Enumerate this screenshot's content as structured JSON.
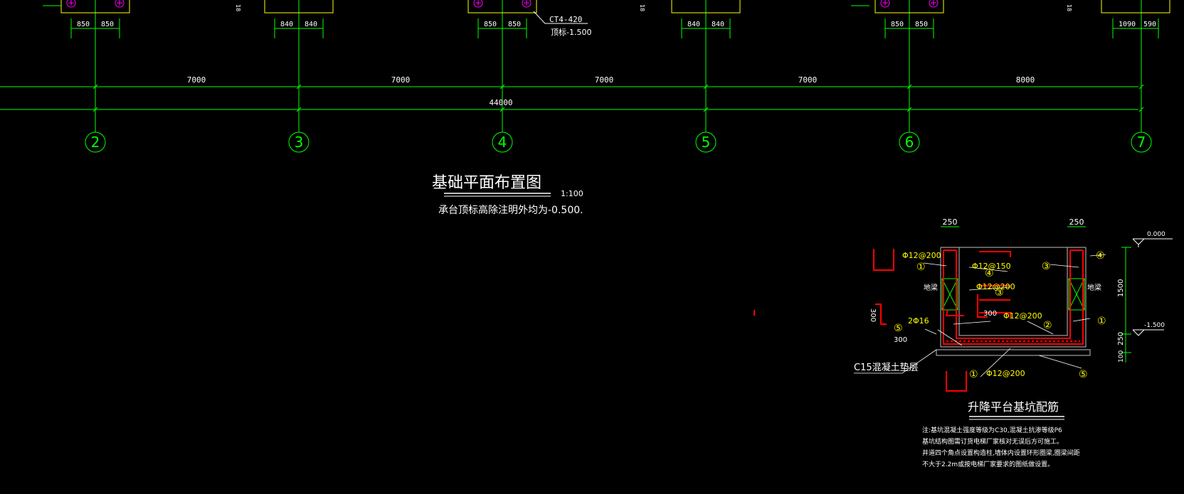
{
  "colors": {
    "background": "#000000",
    "axis_line": "#00ff00",
    "text": "#ffffff",
    "annotation": "#ffff00",
    "cap_outline": "#ffff00",
    "pile_marker": "#ff00ff",
    "rebar": "#ff0000",
    "section_line": "#c0c0c0"
  },
  "plan": {
    "axes": [
      "2",
      "3",
      "4",
      "5",
      "6",
      "7"
    ],
    "bays": [
      "7000",
      "7000",
      "7000",
      "7000",
      "8000"
    ],
    "total_dim": "44000",
    "cap_dims": [
      [
        "850",
        "850"
      ],
      [
        "840",
        "840"
      ],
      [
        "850",
        "850"
      ],
      [
        "840",
        "840"
      ],
      [
        "850",
        "850"
      ],
      [
        "1090",
        "590"
      ]
    ],
    "small_marks": [
      "18",
      "18",
      "18"
    ],
    "cap_callout": {
      "label": "CT4-420",
      "elev": "顶标-1.500"
    },
    "title": "基础平面布置图",
    "scale": "1:100",
    "note": "承台顶标高除注明外均为-0.500."
  },
  "section": {
    "wall_dims": [
      "250",
      "250"
    ],
    "right_dims": [
      "1500",
      "250",
      "100"
    ],
    "elevations": [
      "0.000",
      "-1.500"
    ],
    "rebar_labels": [
      "Φ12@200",
      "Φ12@150",
      "Φ12@200",
      "Φ12@200",
      "Φ12@200",
      "2Φ16"
    ],
    "circled_nums": [
      "①",
      "②",
      "③",
      "④",
      "⑤"
    ],
    "bar_dims": [
      "300",
      "300",
      "300"
    ],
    "side_labels": [
      "地梁",
      "地梁"
    ],
    "cushion": "C15混凝土垫层",
    "title": "升降平台基坑配筋",
    "notes": [
      "注:基坑混凝土强度等级为C30,混凝土抗渗等级P6",
      "基坑结构图需订货电梯厂家核对无误后方可施工。",
      "井道四个角点设置构造柱,墙体内设置环形圈梁,圈梁间距",
      "不大于2.2m或按电梯厂家要求的图纸做设置。"
    ]
  }
}
